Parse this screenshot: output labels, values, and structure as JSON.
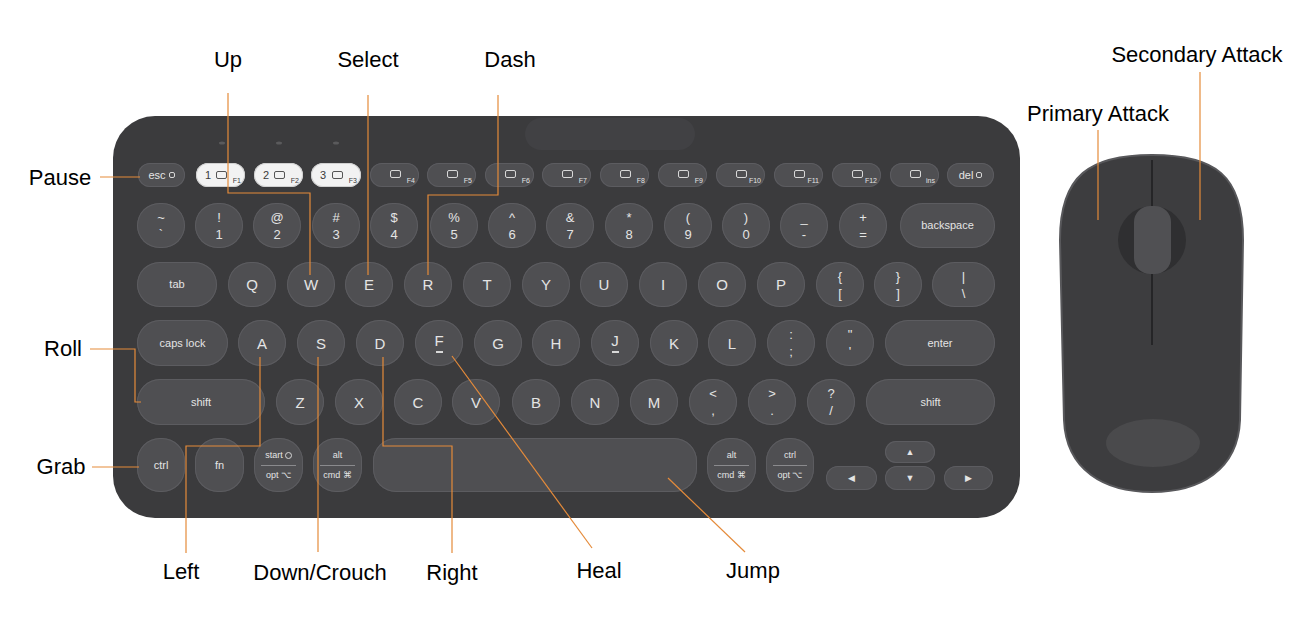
{
  "diagram": {
    "labels": [
      "Up",
      "Select",
      "Dash",
      "Secondary Attack",
      "Primary Attack",
      "Pause",
      "Roll",
      "Grab",
      "Left",
      "Down/Crouch",
      "Right",
      "Heal",
      "Jump",
      "esc",
      "1",
      "F1",
      "2",
      "F2",
      "3",
      "F3",
      "F4",
      "F5",
      "F6",
      "F7",
      "F8",
      "F9",
      "F10",
      "F11",
      "F12",
      "ins",
      "del",
      "~",
      "`",
      "!",
      "1",
      "@",
      "2",
      "#",
      "3",
      "$",
      "4",
      "%",
      "5",
      "^",
      "6",
      "&",
      "7",
      "*",
      "8",
      "(",
      "9",
      ")",
      "0",
      "_",
      "-",
      "+",
      "=",
      "backspace",
      "tab",
      "Q",
      "W",
      "E",
      "R",
      "T",
      "Y",
      "U",
      "I",
      "O",
      "P",
      "{",
      "[",
      "}",
      "]",
      "|",
      "\\",
      "caps lock",
      "A",
      "S",
      "D",
      "F",
      "G",
      "H",
      "J",
      "K",
      "L",
      ":",
      ";",
      "\"",
      "'",
      "enter",
      "shift",
      "Z",
      "X",
      "C",
      "V",
      "B",
      "N",
      "M",
      "<",
      ",",
      ">",
      ".",
      "?",
      "/",
      "shift",
      "ctrl",
      "fn",
      "start",
      "opt ⌥",
      "alt",
      "cmd ⌘",
      "alt",
      "cmd ⌘",
      "ctrl",
      "opt ⌥",
      "▲",
      "◀",
      "▼",
      "▶"
    ]
  }
}
